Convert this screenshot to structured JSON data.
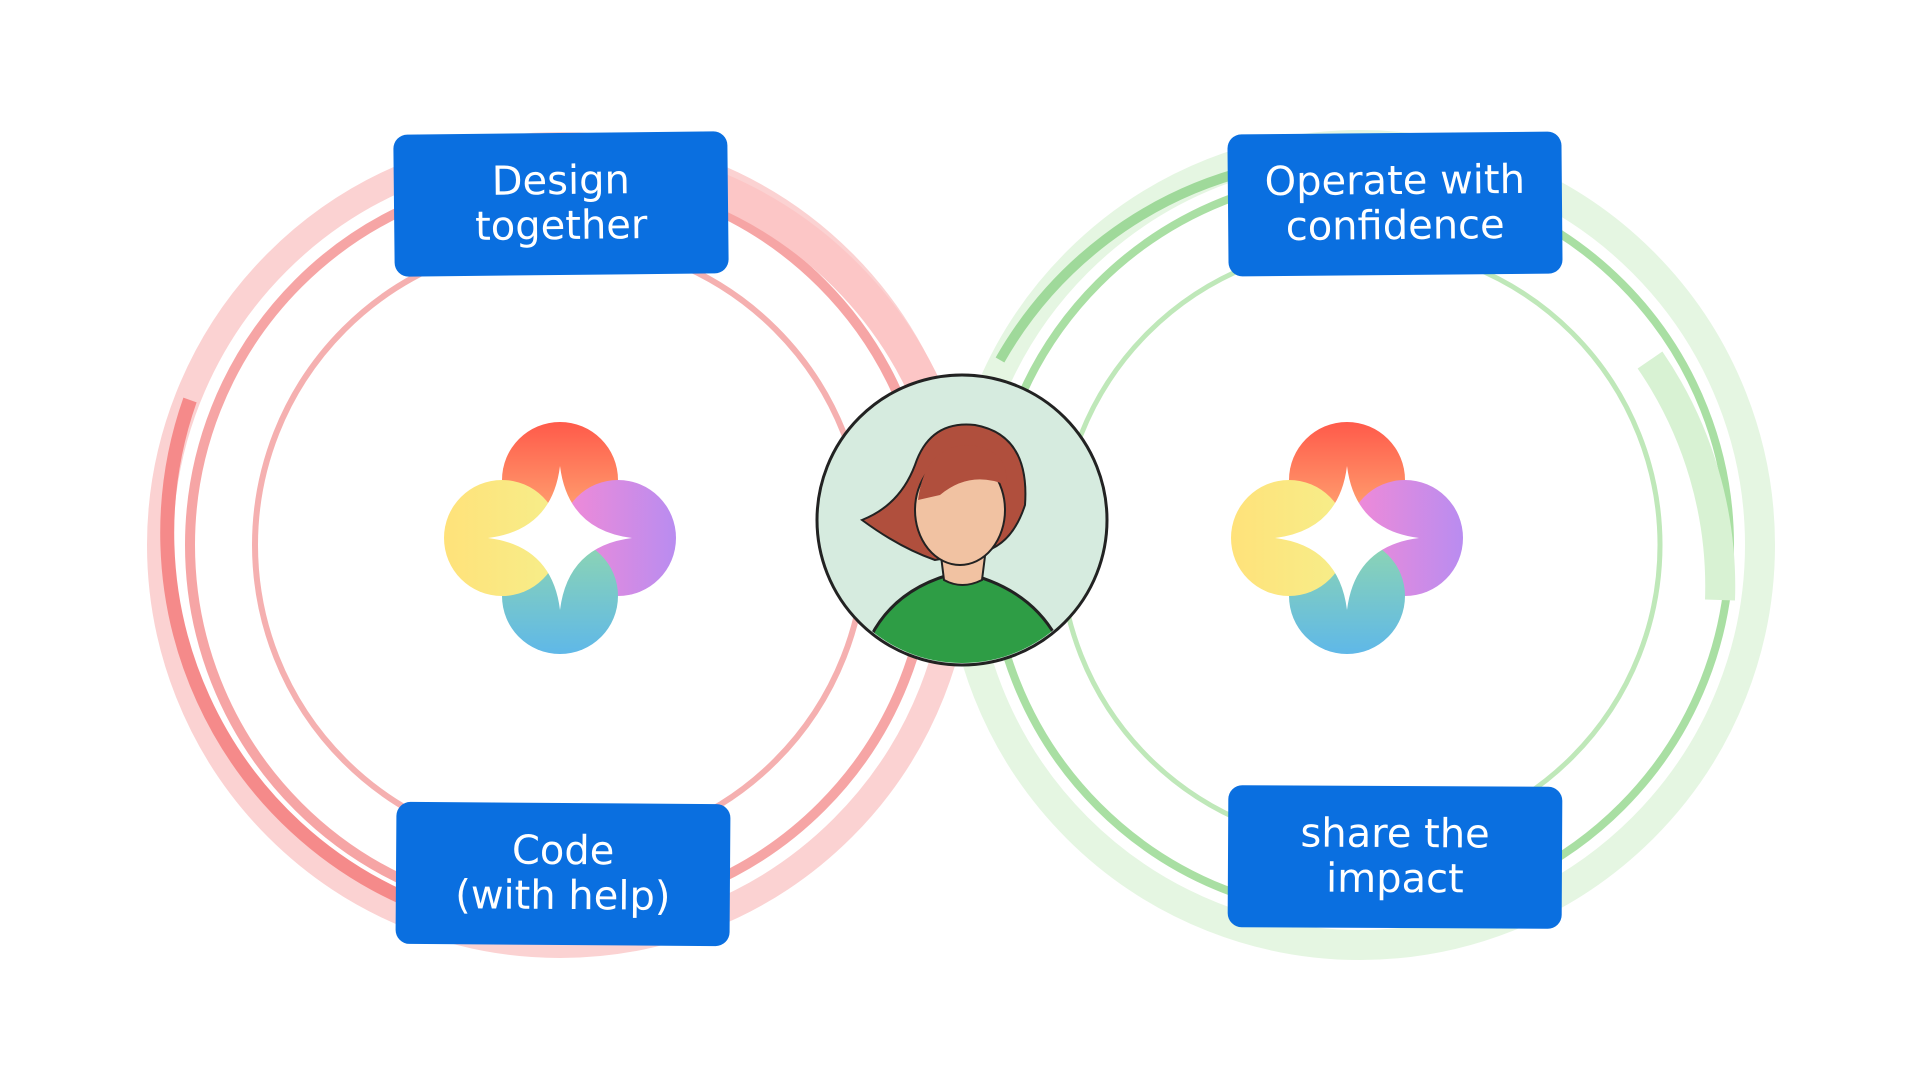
{
  "labels": {
    "design_together": "Design\ntogether",
    "code_with_help": "Code\n(with help)",
    "operate_with_confidence": "Operate with\nconfidence",
    "share_the_impact": "share the\nimpact"
  },
  "icons": {
    "left_spark": "sparkle-icon",
    "right_spark": "sparkle-icon",
    "person": "person-avatar-icon"
  },
  "colors": {
    "label_bg": "#0a6fe0",
    "left_loop": "#f7a6a6",
    "right_loop": "#a9dfa3",
    "avatar_bg": "#d6ebdf",
    "hair": "#b04f3d",
    "skin": "#f1c2a2",
    "shirt": "#2e9d45"
  }
}
